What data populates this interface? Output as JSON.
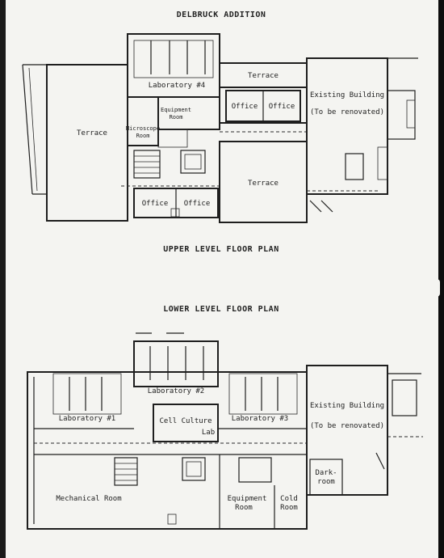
{
  "title": "DELBRUCK ADDITION",
  "upper": {
    "caption": "UPPER LEVEL FLOOR PLAN",
    "rooms": {
      "terrace_left": "Terrace",
      "terrace_top": "Terrace",
      "terrace_center": "Terrace",
      "laboratory4": "Laboratory #4",
      "equipment_room_line1": "Equipment",
      "equipment_room_line2": "Room",
      "microscope_room_line1": "Microscope",
      "microscope_room_line2": "Room",
      "office_a": "Office",
      "office_b": "Office",
      "office_c": "Office",
      "office_d": "Office",
      "existing_line1": "Existing Building",
      "existing_line2": "(To be renovated)"
    }
  },
  "lower": {
    "caption": "LOWER LEVEL FLOOR PLAN",
    "rooms": {
      "laboratory1": "Laboratory #1",
      "laboratory2": "Laboratory #2",
      "laboratory3": "Laboratory #3",
      "cell_culture_line1": "Cell Culture",
      "cell_culture_line2": "Lab",
      "existing_line1": "Existing Building",
      "existing_line2": "(To be renovated)",
      "darkroom_line1": "Dark-",
      "darkroom_line2": "room",
      "mechanical": "Mechanical Room",
      "equipment_line1": "Equipment",
      "equipment_line2": "Room",
      "cold_line1": "Cold",
      "cold_line2": "Room"
    }
  }
}
